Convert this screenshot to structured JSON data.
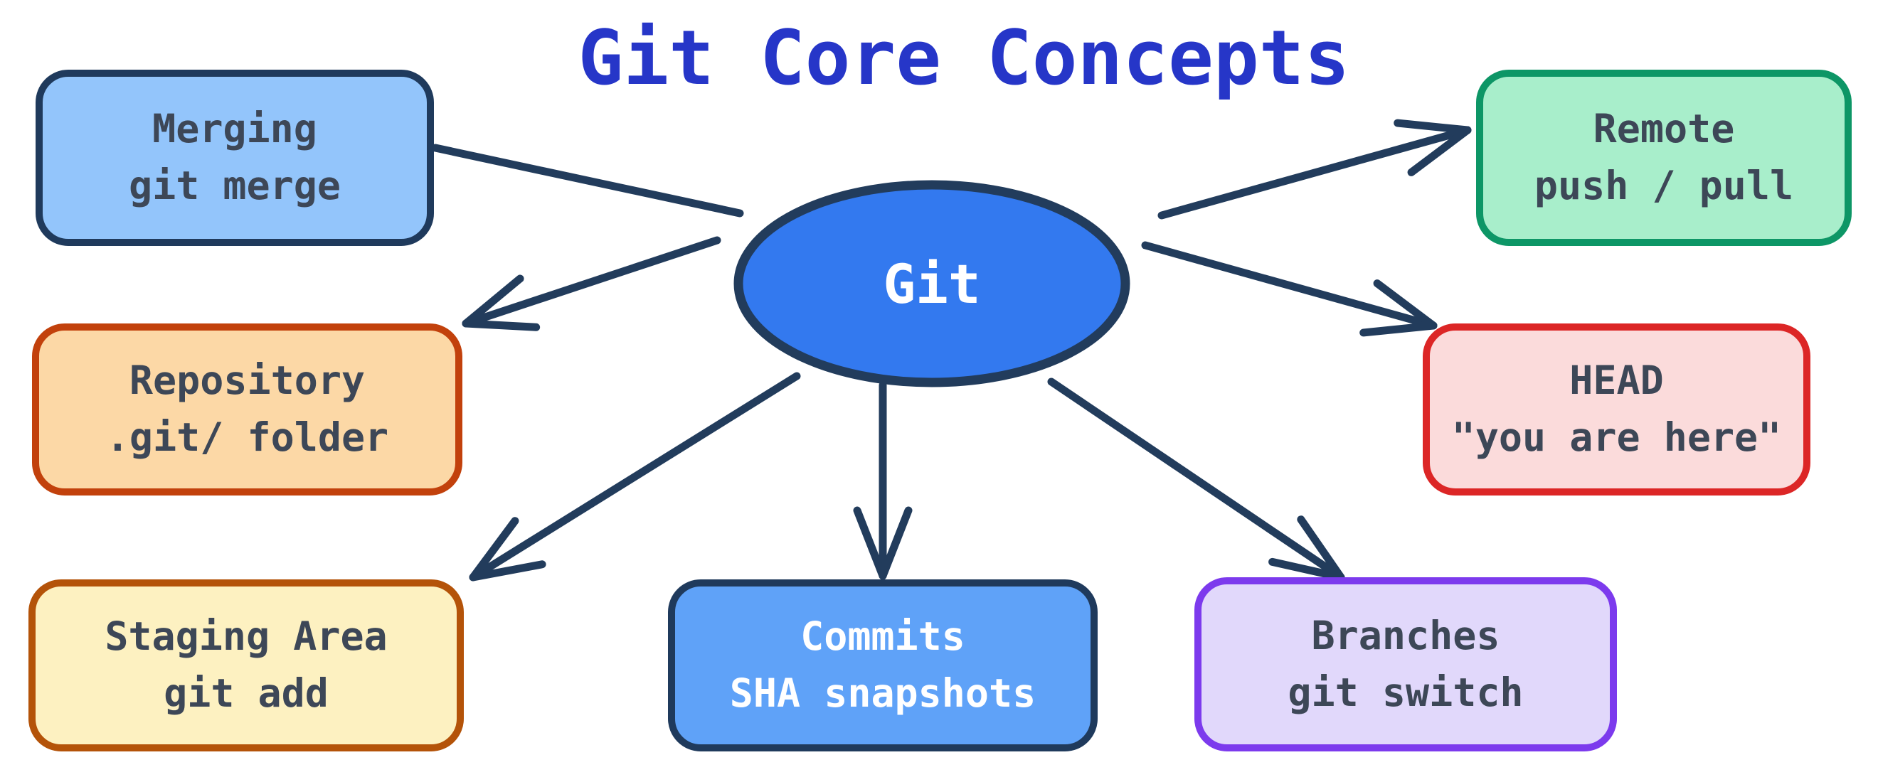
{
  "title": "Git Core Concepts",
  "center_node": {
    "label": "Git"
  },
  "nodes": [
    {
      "id": "merging",
      "title": "Merging",
      "subtitle": "git merge",
      "fill": "#93c5fb",
      "border": "#1f3a5c",
      "text_color": "#3d4757"
    },
    {
      "id": "remote",
      "title": "Remote",
      "subtitle": "push / pull",
      "fill": "#a8eecb",
      "border": "#0d9666",
      "text_color": "#3d4757"
    },
    {
      "id": "repository",
      "title": "Repository",
      "subtitle": ".git/ folder",
      "fill": "#fcd8a6",
      "border": "#c2410c",
      "text_color": "#3d4757"
    },
    {
      "id": "head",
      "title": "HEAD",
      "subtitle": "\"you are here\"",
      "fill": "#fbdbdb",
      "border": "#dc2626",
      "text_color": "#3d4757"
    },
    {
      "id": "staging",
      "title": "Staging Area",
      "subtitle": "git add",
      "fill": "#fdf1c1",
      "border": "#b45309",
      "text_color": "#3d4757"
    },
    {
      "id": "commits",
      "title": "Commits",
      "subtitle": "SHA snapshots",
      "fill": "#5fa2f8",
      "border": "#1f3a5c",
      "text_color": "#ffffff"
    },
    {
      "id": "branches",
      "title": "Branches",
      "subtitle": "git switch",
      "fill": "#e1d8fb",
      "border": "#7c3aed",
      "text_color": "#3d4757"
    }
  ],
  "edges": [
    {
      "from": "Merging",
      "to": "Git",
      "arrow": false
    },
    {
      "from": "Git",
      "to": "Remote",
      "arrow": true
    },
    {
      "from": "Git",
      "to": "Repository",
      "arrow": true
    },
    {
      "from": "Git",
      "to": "HEAD",
      "arrow": true
    },
    {
      "from": "Git",
      "to": "Staging Area",
      "arrow": true
    },
    {
      "from": "Git",
      "to": "Commits",
      "arrow": true
    },
    {
      "from": "Git",
      "to": "Branches",
      "arrow": true
    }
  ],
  "colors": {
    "title": "#2636c8",
    "edge": "#223c5c",
    "center_fill": "#3379ef",
    "background": "#ffffff"
  }
}
